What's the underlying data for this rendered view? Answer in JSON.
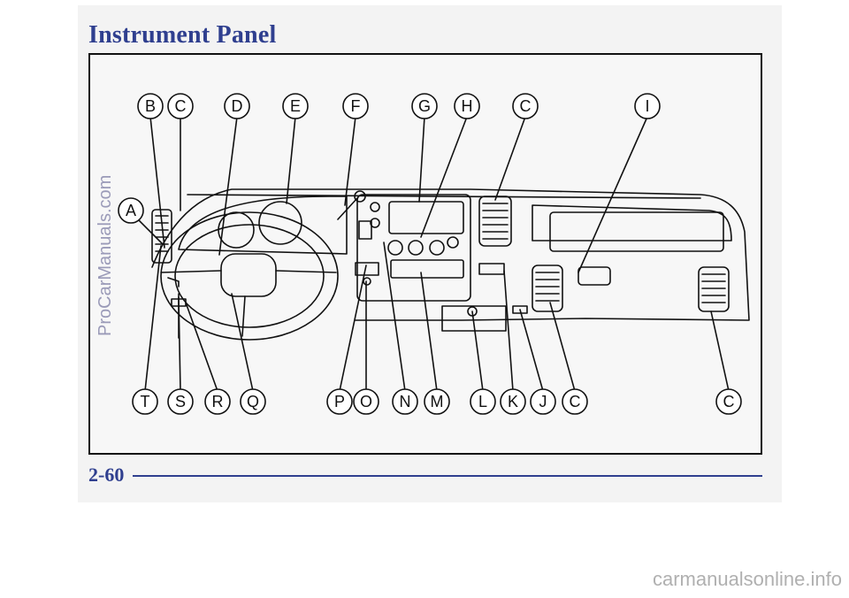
{
  "page": {
    "title": "Instrument Panel",
    "page_number": "2-60"
  },
  "figure": {
    "callouts_top": [
      "B",
      "C",
      "D",
      "E",
      "F",
      "G",
      "H",
      "C",
      "I"
    ],
    "callout_left": "A",
    "callouts_bottom": [
      "T",
      "S",
      "R",
      "Q",
      "P",
      "O",
      "N",
      "M",
      "L",
      "K",
      "J",
      "C",
      "C"
    ]
  },
  "watermarks": {
    "side": "ProCarManuals.com",
    "bottom": "carmanualsonline.info"
  },
  "colors": {
    "heading_blue": "#2f3f8f",
    "line_art": "#111111"
  }
}
